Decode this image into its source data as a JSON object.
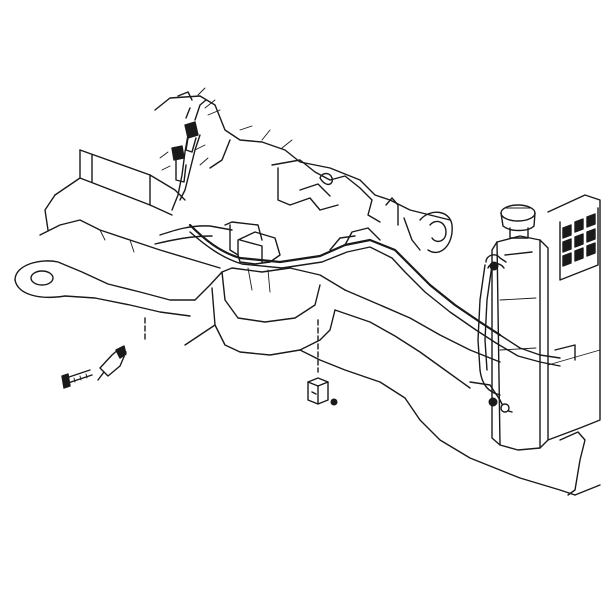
{
  "diagram": {
    "components": [
      {
        "id": "frame-rail",
        "icon": "frame-rail-drawing"
      },
      {
        "id": "crossmember",
        "icon": "crossmember-drawing"
      },
      {
        "id": "fuel-lines",
        "icon": "fuel-line-drawing"
      },
      {
        "id": "coolant-reservoir",
        "icon": "reservoir-drawing"
      },
      {
        "id": "reservoir-cap",
        "icon": "cap-drawing"
      },
      {
        "id": "radiator-grille",
        "icon": "grille-drawing"
      },
      {
        "id": "brake-line-connectors",
        "icon": "connector-drawing"
      },
      {
        "id": "retaining-clip",
        "icon": "clip-drawing"
      },
      {
        "id": "mounting-bolt",
        "icon": "bolt-drawing"
      },
      {
        "id": "lower-fastener",
        "icon": "fastener-drawing"
      },
      {
        "id": "engine-block",
        "icon": "engine-drawing"
      }
    ],
    "stroke_color": "#1a1a1a",
    "background_color": "#ffffff"
  }
}
